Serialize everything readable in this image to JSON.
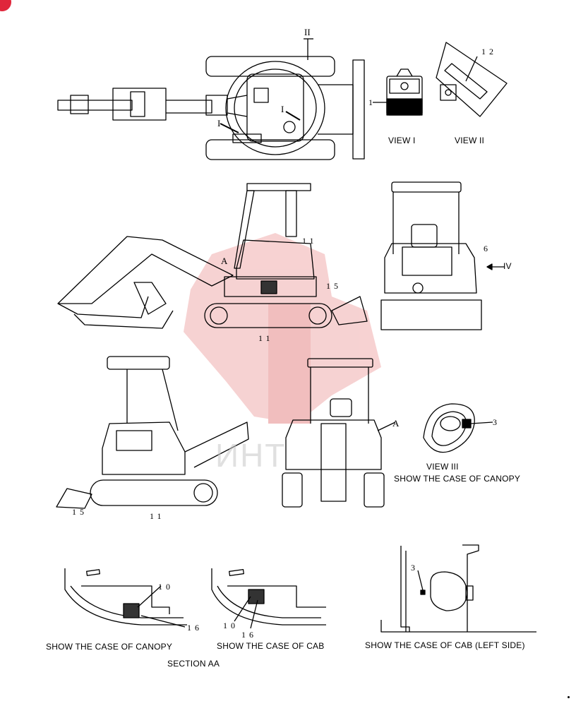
{
  "diagram": {
    "view_labels": {
      "view_1": "VIEW  I",
      "view_2": "VIEW  II",
      "view_3": "VIEW  III",
      "arrow_4": "IV"
    },
    "captions": {
      "canopy_case_main": "SHOW THE CASE OF CANOPY",
      "canopy_case_section": "SHOW THE CASE OF CANOPY",
      "cab_case_section": "SHOW THE CASE OF CAB",
      "cab_left_side": "SHOW THE CASE OF CAB (LEFT SIDE)",
      "section_aa": "SECTION AA"
    },
    "part_numbers": {
      "top_view_1": "1",
      "top_view_12": "12",
      "side_11_cab": "11",
      "side_15_blade": "15",
      "side_11_track": "11",
      "rear_6": "6",
      "front_11_track": "11",
      "front_15_blade": "15",
      "view3_3": "3",
      "sec_canopy_10": "10",
      "sec_canopy_16": "16",
      "sec_cab_10": "10",
      "sec_cab_16": "16",
      "cab_left_3": "3"
    },
    "markers": {
      "top_I_a": "I",
      "top_I_b": "I",
      "top_II": "II",
      "side_A": "A",
      "front_A": "A"
    },
    "watermark": "ИНТ"
  }
}
